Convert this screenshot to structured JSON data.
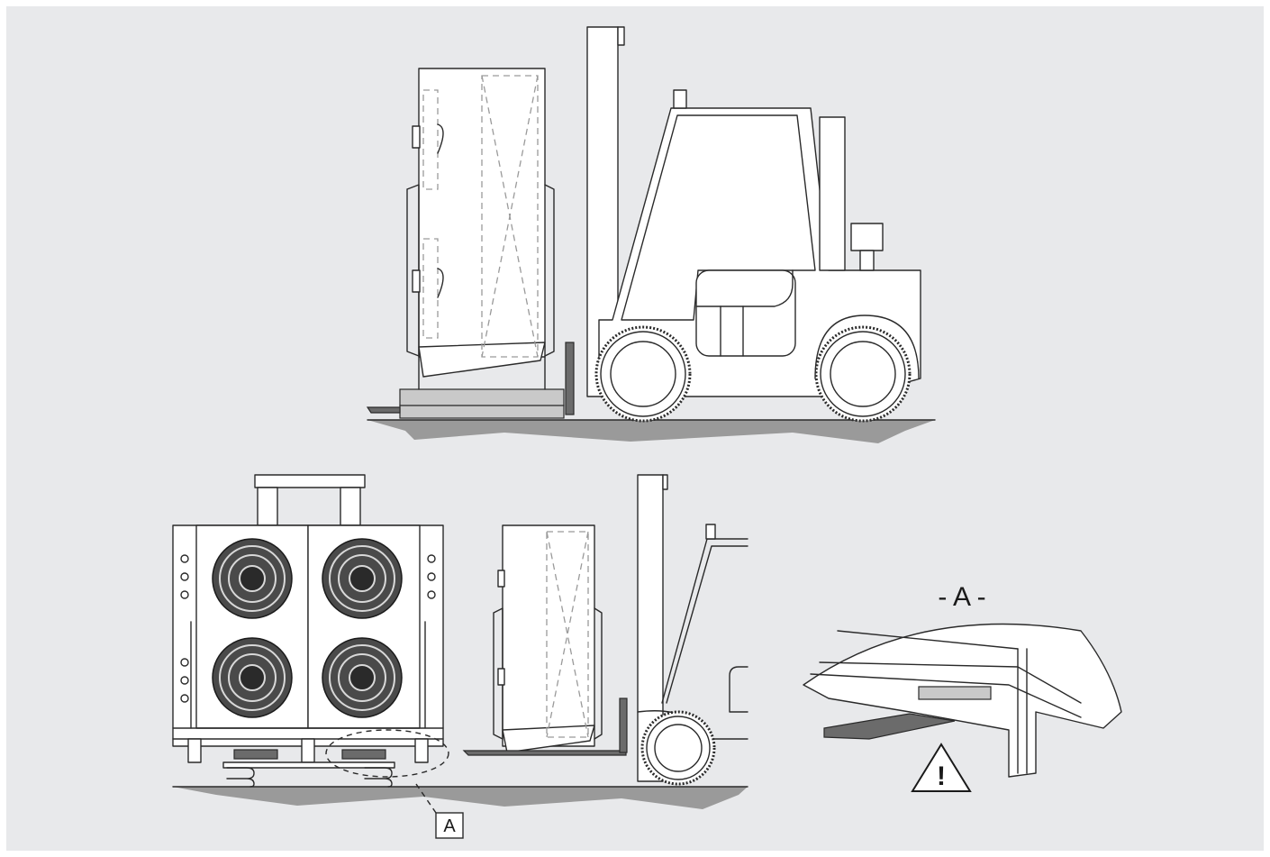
{
  "detail": {
    "title": "- A -",
    "callout_letter": "A",
    "warning_symbol": "!"
  },
  "colors": {
    "background": "#e8e9eb",
    "line": "#2a2a2a",
    "shadow": "#9a9a9a",
    "fork_dark": "#6b6b6b",
    "dashed_outline": "#9a9a9a"
  },
  "icons": [
    "forklift",
    "refrigeration-unit",
    "condenser-fan",
    "warning-triangle"
  ]
}
